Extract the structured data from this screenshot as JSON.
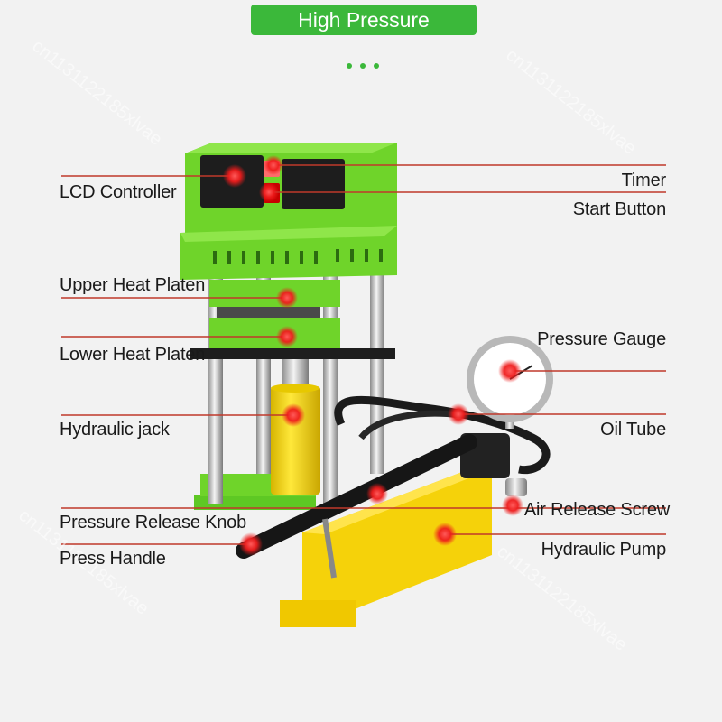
{
  "header": {
    "title": "High Pressure"
  },
  "watermark": {
    "text": "cn1131122185xlvae"
  },
  "labels": {
    "lcd_controller": "LCD Controller",
    "timer": "Timer",
    "start_button": "Start Button",
    "upper_heat_platen": "Upper Heat Platen",
    "lower_heat_platen": "Lower Heat Platen",
    "pressure_gauge": "Pressure Gauge",
    "hydraulic_jack": "Hydraulic jack",
    "oil_tube": "Oil Tube",
    "pressure_release_knob": "Pressure Release Knob",
    "air_release_screw": "Air Release Screw",
    "press_handle": "Press Handle",
    "hydraulic_pump": "Hydraulic Pump"
  },
  "colors": {
    "banner_green": "#3bb83a",
    "machine_green": "#6fd42a",
    "pump_yellow": "#f5d20a",
    "line_red": "#c0392b",
    "marker_red": "#e81e1e"
  }
}
